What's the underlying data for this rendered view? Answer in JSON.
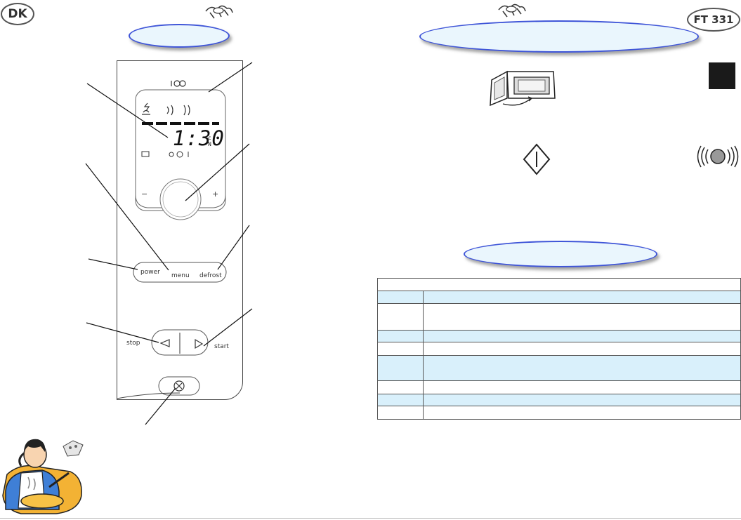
{
  "header": {
    "language_badge": "DK",
    "model_badge": "FT 331"
  },
  "control_panel": {
    "display_time": "1:30",
    "display_unit_top": "c",
    "display_unit_bottom": "N",
    "minus_label": "−",
    "plus_label": "+",
    "power_label": "power",
    "menu_label": "menu",
    "defrost_label": "defrost",
    "stop_label": "stop",
    "start_label": "start"
  },
  "spec_table": {
    "rows": [
      {
        "style": "white",
        "h": "short"
      },
      {
        "style": "blue",
        "h": "short"
      },
      {
        "style": "white",
        "h": "tall"
      },
      {
        "style": "blue",
        "h": "short"
      },
      {
        "style": "white",
        "h": "short"
      },
      {
        "style": "blue",
        "h": "tall"
      },
      {
        "style": "white",
        "h": "short"
      },
      {
        "style": "blue",
        "h": "short"
      },
      {
        "style": "white",
        "h": "short"
      }
    ]
  },
  "icons": [
    "bee-icon",
    "microwave-open-door-icon",
    "start-diamond-icon",
    "beep-sound-icon",
    "chef-illustration"
  ],
  "colors": {
    "oval_fill": "#eaf6fd",
    "oval_border": "#3f55d8",
    "table_blue": "#d9f0fb"
  }
}
